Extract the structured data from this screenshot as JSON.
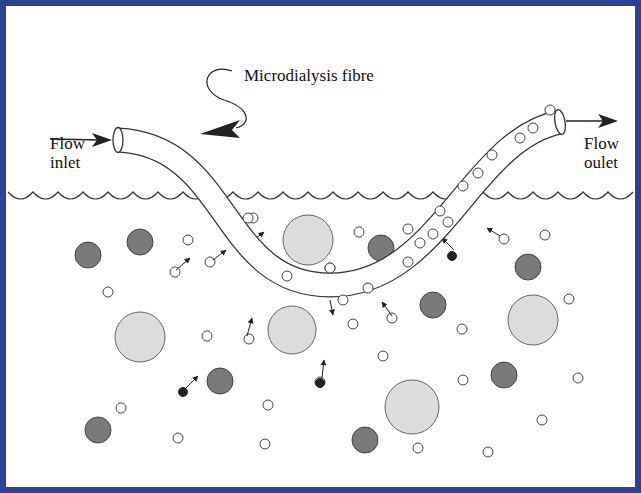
{
  "diagram": {
    "labels": [
      "Microdialysis fibre",
      "Flow inlet",
      "Flow oulet"
    ]
  }
}
